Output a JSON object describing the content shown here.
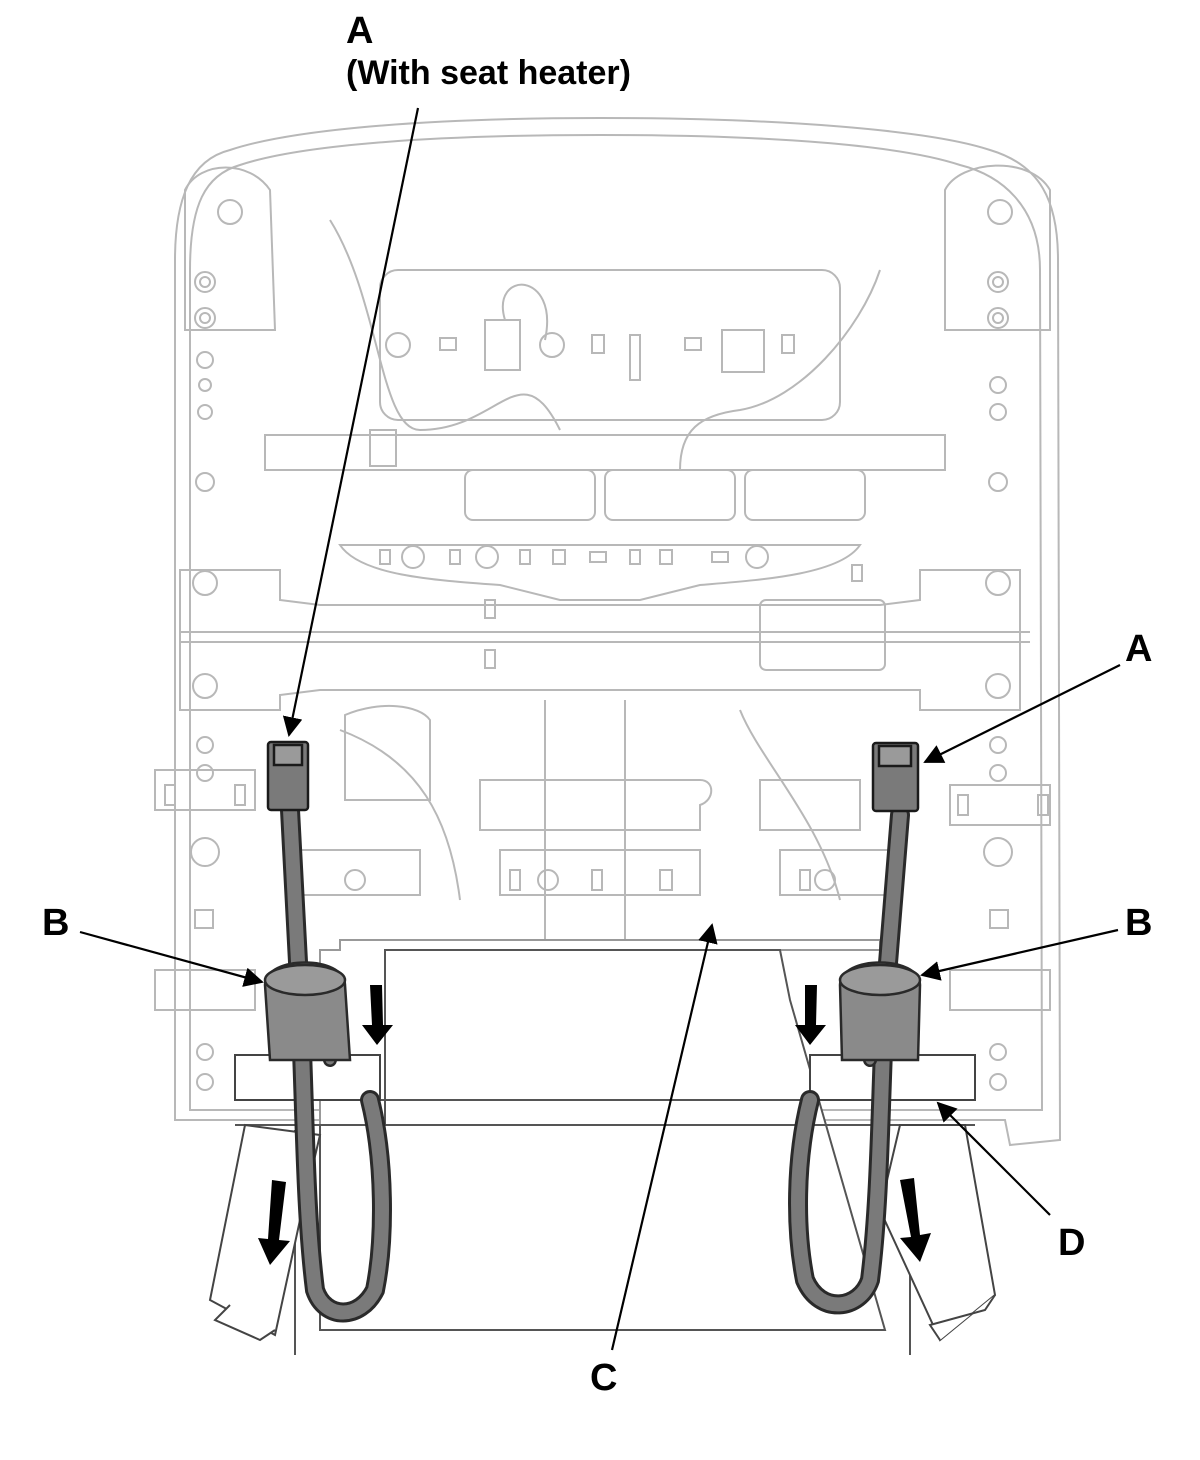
{
  "callouts": {
    "a_top": {
      "letter": "A",
      "note": "(With seat heater)"
    },
    "a_right": {
      "letter": "A"
    },
    "b_left": {
      "letter": "B"
    },
    "b_right": {
      "letter": "B"
    },
    "c": {
      "letter": "C"
    },
    "d": {
      "letter": "D"
    }
  },
  "colors": {
    "line": "#b8b8b8",
    "wire": "#7a7a7a",
    "wire_outline": "#2a2a2a",
    "arrow": "#000000"
  },
  "icons": [
    "direction-arrow-icon",
    "leader-arrow-icon",
    "connector-icon",
    "grommet-icon"
  ]
}
